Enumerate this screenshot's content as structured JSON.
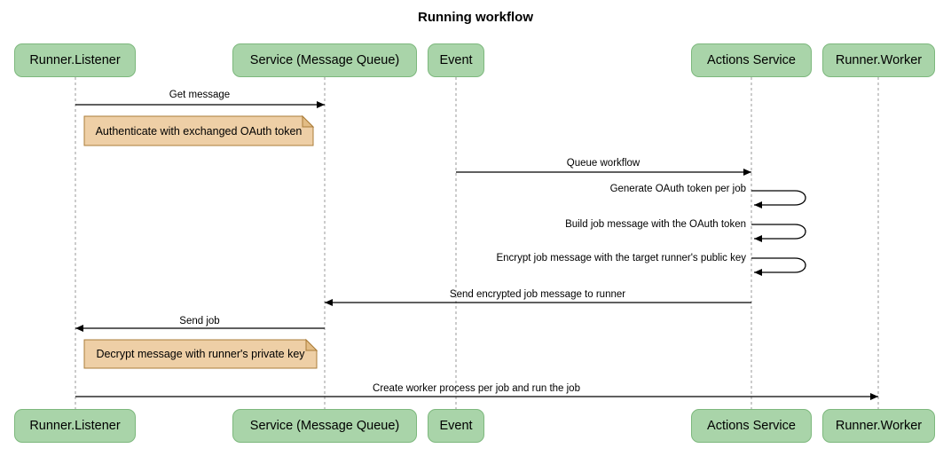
{
  "title": "Running workflow",
  "diagram_type": "sequence",
  "colors": {
    "background": "#ffffff",
    "actor_fill": "#a9d4a9",
    "actor_border": "#7db87d",
    "actor_text": "#000000",
    "note_fill": "#eecfa6",
    "note_border": "#ab7c39",
    "note_fold": "#e2bc85",
    "message_color": "#000000",
    "lifeline_color": "#999999",
    "title_color": "#000000"
  },
  "actors": [
    {
      "label": "Runner.Listener"
    },
    {
      "label": "Service (Message Queue)"
    },
    {
      "label": "Event"
    },
    {
      "label": "Actions Service"
    },
    {
      "label": "Runner.Worker"
    }
  ],
  "messages": [
    {
      "from": "Runner.Listener",
      "to": "Service (Message Queue)",
      "label": "Get message",
      "kind": "arrow"
    },
    {
      "from": "Event",
      "to": "Actions Service",
      "label": "Queue workflow",
      "kind": "arrow"
    },
    {
      "from": "Actions Service",
      "to": "Actions Service",
      "label": "Generate OAuth token per job",
      "kind": "self-loop"
    },
    {
      "from": "Actions Service",
      "to": "Actions Service",
      "label": "Build job message with the OAuth token",
      "kind": "self-loop"
    },
    {
      "from": "Actions Service",
      "to": "Actions Service",
      "label": "Encrypt job message with the target runner's public key",
      "kind": "self-loop"
    },
    {
      "from": "Actions Service",
      "to": "Service (Message Queue)",
      "label": "Send encrypted job message to runner",
      "kind": "arrow"
    },
    {
      "from": "Service (Message Queue)",
      "to": "Runner.Listener",
      "label": "Send job",
      "kind": "arrow"
    },
    {
      "from": "Runner.Listener",
      "to": "Runner.Worker",
      "label": "Create worker process per job and run the job",
      "kind": "arrow"
    }
  ],
  "notes": [
    {
      "position": "right of Runner.Listener",
      "label": "Authenticate with exchanged OAuth token"
    },
    {
      "position": "right of Runner.Listener",
      "label": "Decrypt message with runner's private key"
    }
  ]
}
